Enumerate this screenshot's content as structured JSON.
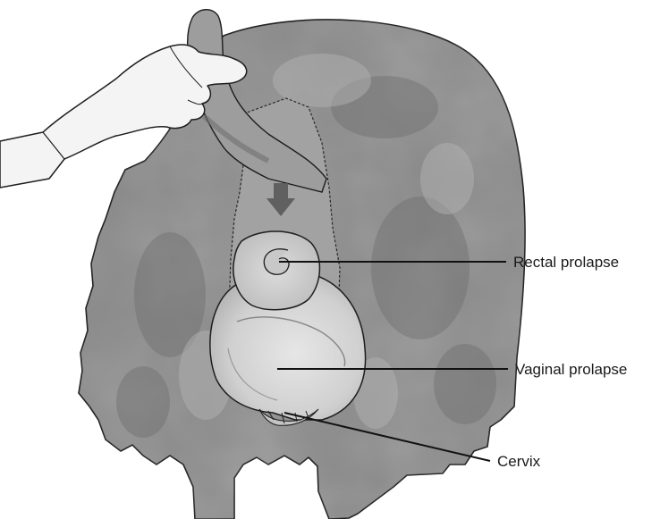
{
  "labels": {
    "rectal": "Rectal prolapse",
    "vaginal": "Vaginal prolapse",
    "cervix": "Cervix"
  },
  "colors": {
    "wool": "#8c8c8c",
    "wool_dark": "#6f6f6f",
    "wool_light": "#a9a9a9",
    "tissue": "#d2d2d2",
    "tissue_light": "#e3e3e3",
    "skin": "#f4f4f4",
    "outline": "#1e1e1e",
    "leader": "#111111"
  }
}
